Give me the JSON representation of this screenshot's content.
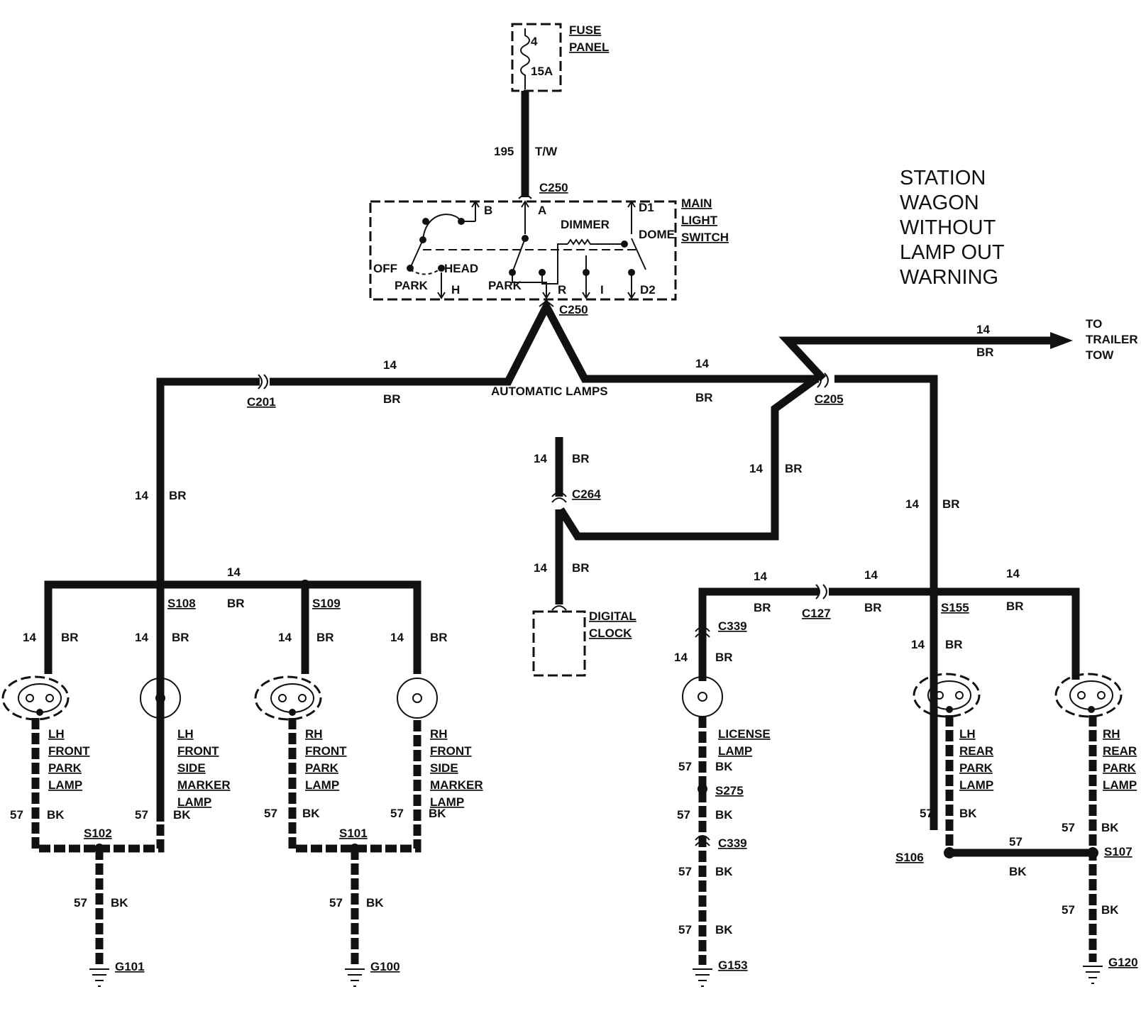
{
  "title_note": [
    "STATION",
    "WAGON",
    "WITHOUT",
    "LAMP OUT",
    "WARNING"
  ],
  "fuse_panel": {
    "name": [
      "FUSE",
      "PANEL"
    ],
    "fuse_number": "4",
    "rating": "15A"
  },
  "feed_circuit": {
    "number": "195",
    "color": "T/W"
  },
  "main_switch": {
    "name": [
      "MAIN",
      "LIGHT",
      "SWITCH"
    ],
    "connector": "C250",
    "terminals": [
      "B",
      "A",
      "D1",
      "DOME",
      "OFF",
      "HEAD",
      "PARK",
      "H",
      "PARK",
      "R",
      "I",
      "D2"
    ],
    "dimmer_label": "DIMMER"
  },
  "automatic_lamps": "AUTOMATIC LAMPS",
  "connectors": {
    "c201": "C201",
    "c205": "C205",
    "c264": "C264",
    "c127": "C127",
    "c339a": "C339",
    "c339b": "C339"
  },
  "splices": {
    "s108": "S108",
    "s109": "S109",
    "s102": "S102",
    "s101": "S101",
    "s155": "S155",
    "s275": "S275",
    "s106": "S106",
    "s107": "S107"
  },
  "grounds": {
    "g101": "G101",
    "g100": "G100",
    "g153": "G153",
    "g120": "G120"
  },
  "trailer": [
    "TO",
    "TRAILER",
    "TOW"
  ],
  "digital_clock": [
    "DIGITAL",
    "CLOCK"
  ],
  "lamps": {
    "lh_front_park": [
      "LH",
      "FRONT",
      "PARK",
      "LAMP"
    ],
    "lh_front_side_marker": [
      "LH",
      "FRONT",
      "SIDE",
      "MARKER",
      "LAMP"
    ],
    "rh_front_park": [
      "RH",
      "FRONT",
      "PARK",
      "LAMP"
    ],
    "rh_front_side_marker": [
      "RH",
      "FRONT",
      "SIDE",
      "MARKER",
      "LAMP"
    ],
    "license": [
      "LICENSE",
      "LAMP"
    ],
    "lh_rear_park": [
      "LH",
      "REAR",
      "PARK",
      "LAMP"
    ],
    "rh_rear_park": [
      "RH",
      "REAR",
      "PARK",
      "LAMP"
    ]
  },
  "circuit_codes": {
    "feed": "14",
    "feed_color": "BR",
    "ground": "57",
    "ground_color": "BK"
  }
}
